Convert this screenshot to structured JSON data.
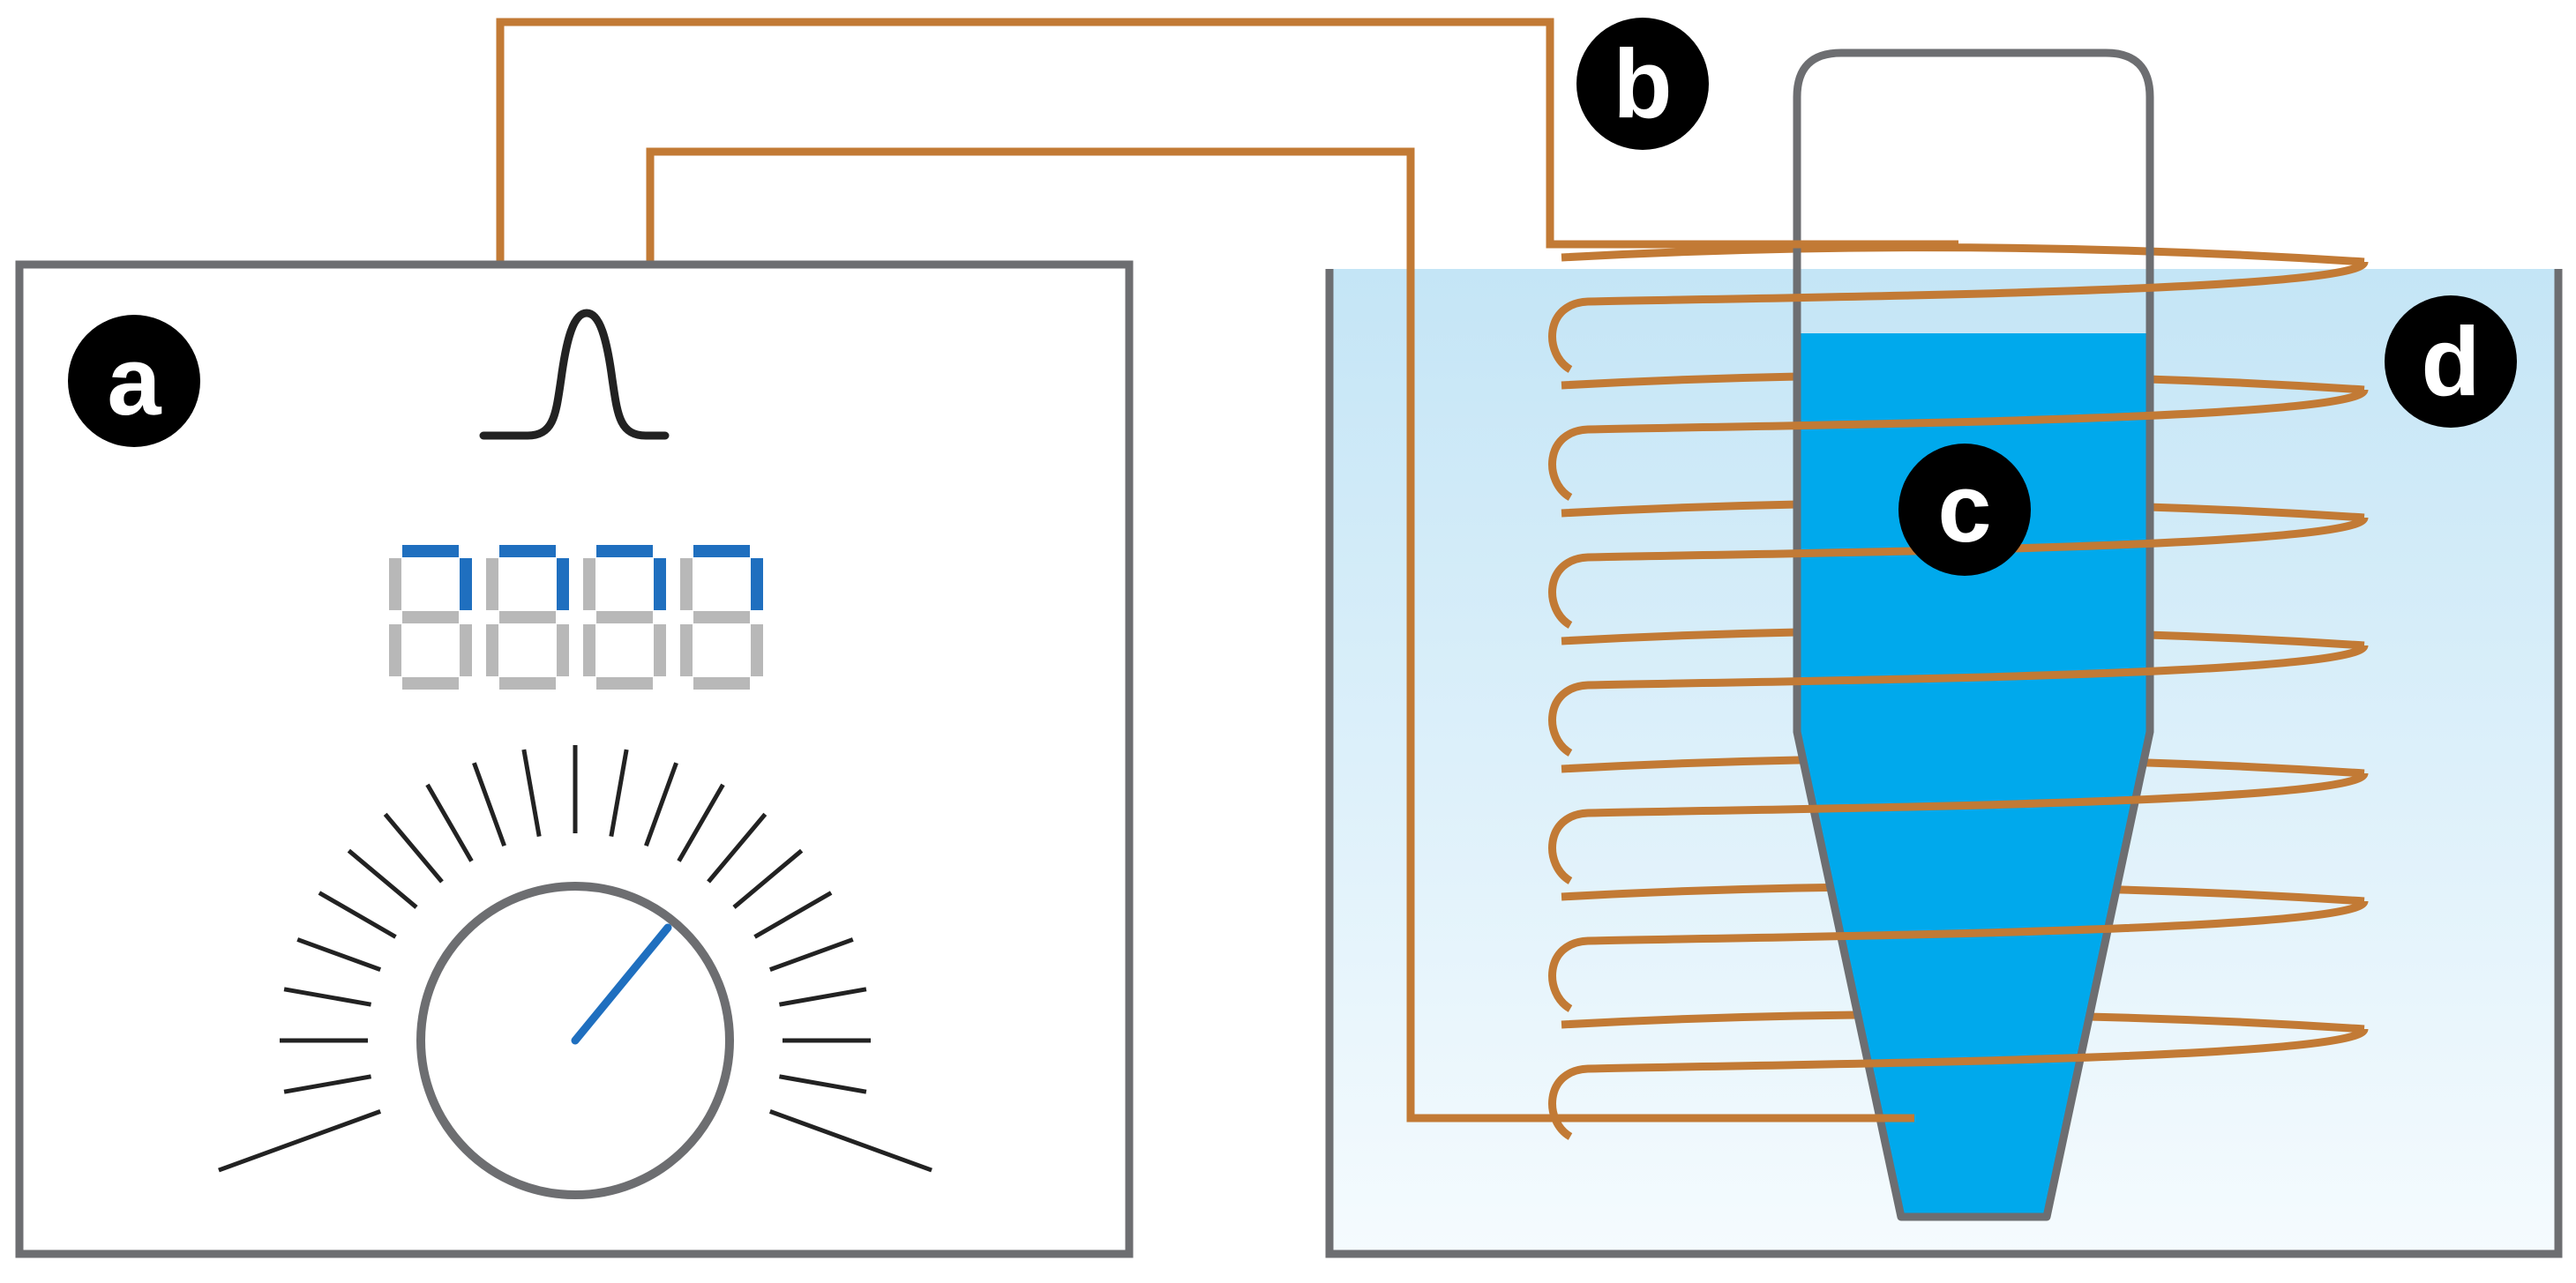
{
  "labels": {
    "a": "a",
    "b": "b",
    "c": "c",
    "d": "d"
  },
  "colors": {
    "frame": "#6d6e71",
    "wire": "#c27a35",
    "liquid": "#00a9ec",
    "bath_top": "#c4e5f6",
    "bath_bottom": "#f5fbfe",
    "display_active": "#1f6fbf",
    "display_inactive": "#b8b8b8",
    "dial_pointer": "#1f6fbf",
    "ticks": "#222222",
    "badge": "#000000"
  },
  "icons": {
    "pulse": "gaussian-pulse-icon",
    "display": "seven-segment-display",
    "dial": "control-dial"
  },
  "display": {
    "digit_count": 4
  },
  "coil": {
    "turns": 7
  }
}
